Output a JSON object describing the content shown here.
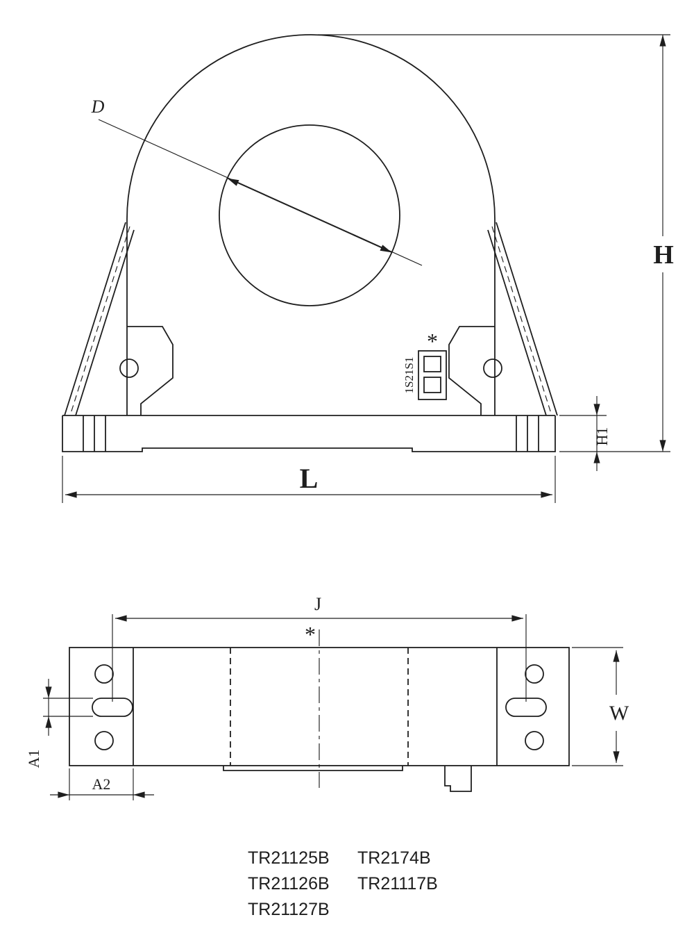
{
  "colors": {
    "line": "#1e1e1e",
    "background": "#ffffff"
  },
  "front_view": {
    "dim_labels": {
      "diameter": "D",
      "height": "H",
      "base_height": "H1",
      "length": "L"
    },
    "terminal": {
      "label": "1S21S1",
      "mark": "*"
    }
  },
  "plan_view": {
    "dim_labels": {
      "span": "J",
      "width": "W",
      "slot_height": "A1",
      "flange_width": "A2"
    },
    "center_mark": "*"
  },
  "part_numbers": {
    "column_1": [
      "TR21125B",
      "TR21126B",
      "TR21127B"
    ],
    "column_2": [
      "TR2174B",
      "TR21117B"
    ]
  }
}
